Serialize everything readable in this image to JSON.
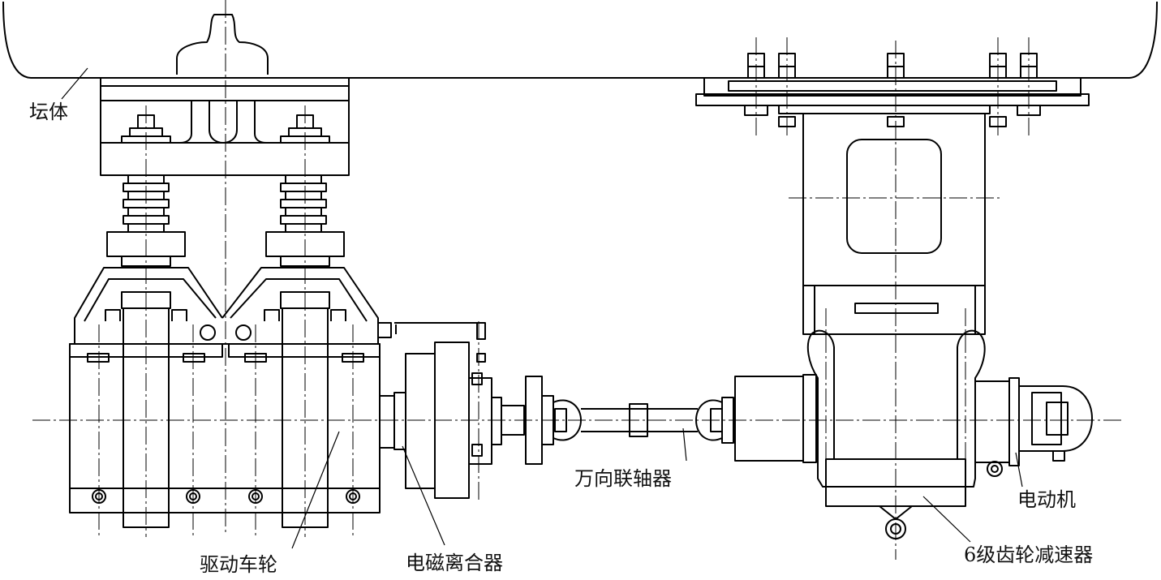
{
  "labels": {
    "tan_body": "坛体",
    "drive_wheel": "驱动车轮",
    "em_clutch": "电磁离合器",
    "universal_coupling": "万向联轴器",
    "motor": "电动机",
    "gear_reducer": "6级齿轮减速器"
  }
}
